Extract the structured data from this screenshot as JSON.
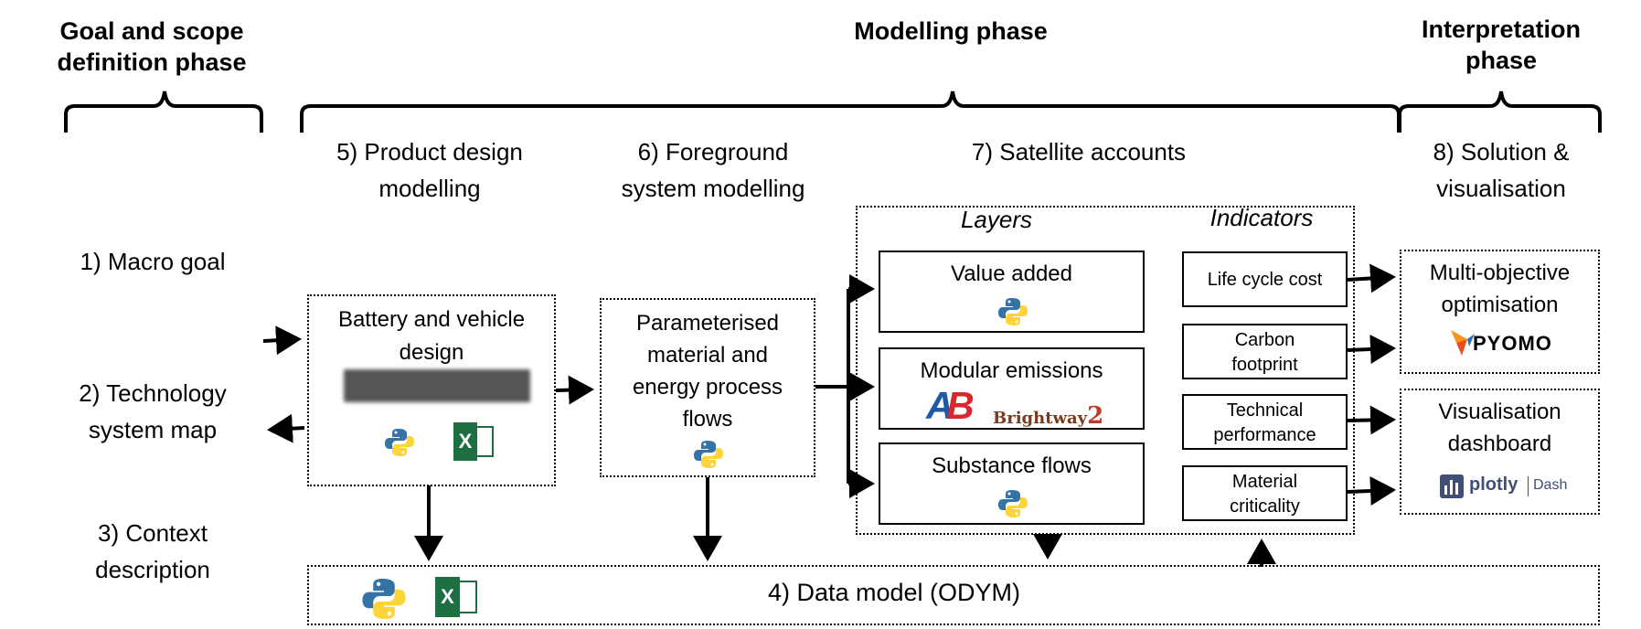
{
  "phases": {
    "goal_scope": "Goal and scope definition phase",
    "goal_scope_line1": "Goal and scope",
    "goal_scope_line2": "definition phase",
    "modelling": "Modelling phase",
    "interpretation_line1": "Interpretation",
    "interpretation_line2": "phase"
  },
  "steps": {
    "macro_goal": "1) Macro goal",
    "tech_map_line1": "2) Technology",
    "tech_map_line2": "system map",
    "context_line1": "3) Context",
    "context_line2": "description",
    "data_model": "4) Data model (ODYM)",
    "product_design_line1": "5) Product design",
    "product_design_line2": "modelling",
    "foreground_line1": "6) Foreground",
    "foreground_line2": "system modelling",
    "satellite": "7) Satellite accounts",
    "solution_line1": "8) Solution &",
    "solution_line2": "visualisation"
  },
  "boxes": {
    "battery_line1": "Battery and vehicle",
    "battery_line2": "design",
    "param_line1": "Parameterised",
    "param_line2": "material and",
    "param_line3": "energy process",
    "param_line4": "flows",
    "layers_header": "Layers",
    "indicators_header": "Indicators",
    "value_added": "Value added",
    "modular_emissions": "Modular emissions",
    "substance_flows": "Substance flows",
    "life_cycle_cost": "Life cycle cost",
    "carbon_line1": "Carbon",
    "carbon_line2": "footprint",
    "technical_line1": "Technical",
    "technical_line2": "performance",
    "material_line1": "Material",
    "material_line2": "criticality",
    "multi_line1": "Multi-objective",
    "multi_line2": "optimisation",
    "vis_line1": "Visualisation",
    "vis_line2": "dashboard"
  },
  "logos": {
    "pyomo": "PYOMO",
    "brightway": "Brightway",
    "brightway_num": "2",
    "plotly": "plotly",
    "dash": "Dash",
    "excel_letter": "X",
    "ab": "AB"
  },
  "icons": [
    "python-logo-icon",
    "excel-logo-icon",
    "pyomo-logo-icon",
    "plotly-dash-logo-icon",
    "activity-browser-logo-icon",
    "brightway2-logo-icon"
  ],
  "colors": {
    "python_blue": "#3572A5",
    "python_yellow": "#FFD43B",
    "excel_green": "#1D6F42",
    "pyomo_orange": "#F7941D",
    "plotly_navy": "#3F4F75",
    "ab_red": "#D7282F",
    "ab_blue": "#1F5AA6"
  }
}
